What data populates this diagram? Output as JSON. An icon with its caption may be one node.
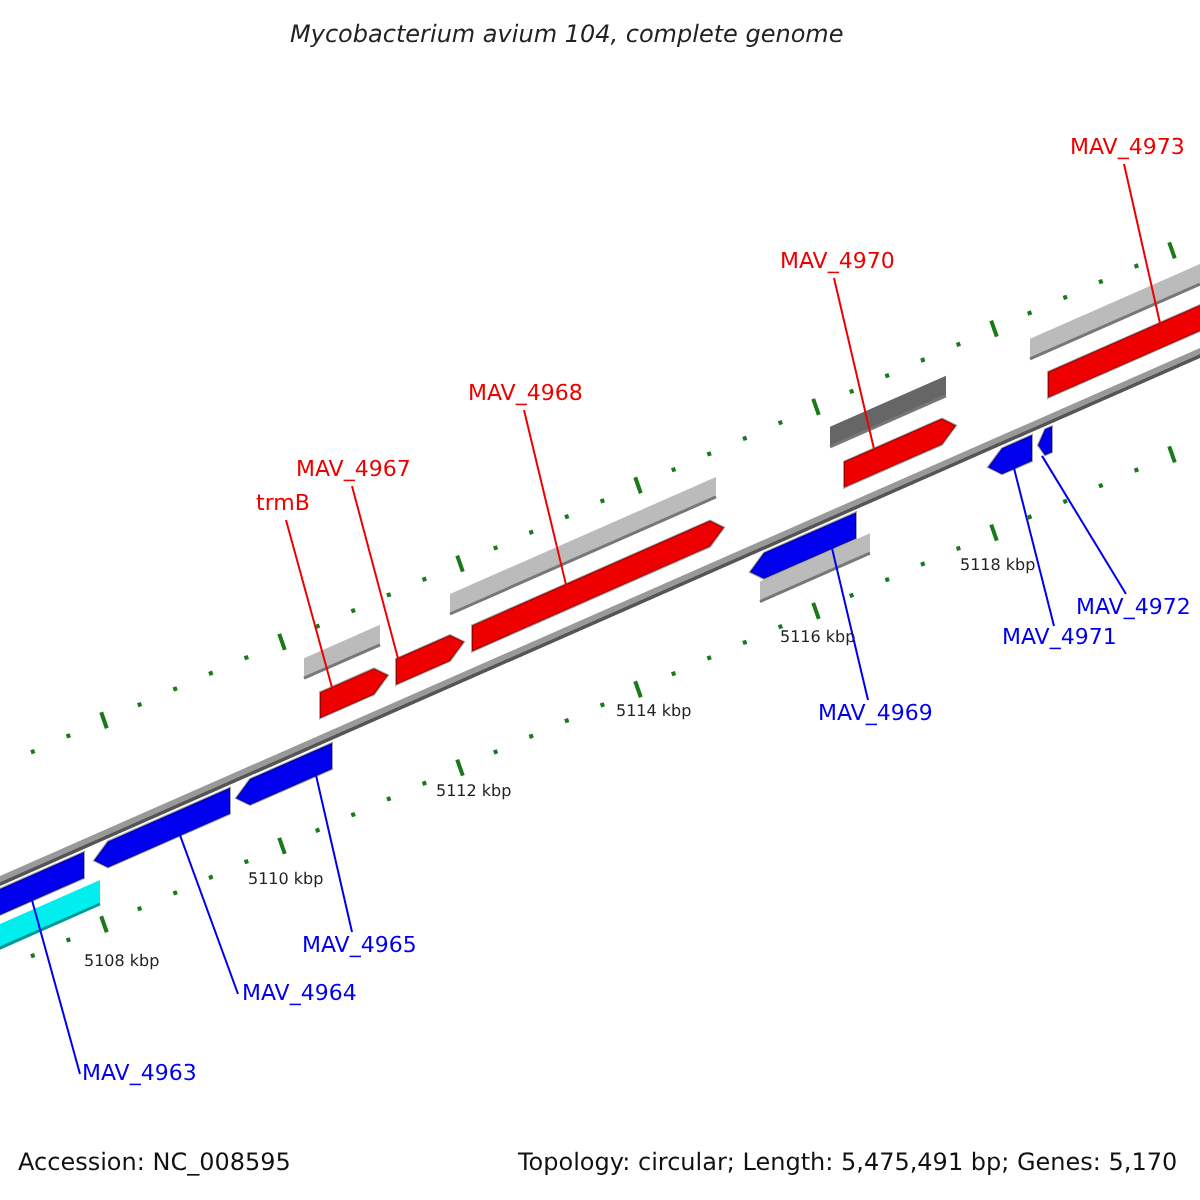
{
  "diagram": {
    "title": "Mycobacterium avium 104, complete genome",
    "nodes": [
      {
        "text": [
          "MAV_4973"
        ]
      },
      {
        "text": [
          "MAV_4970"
        ]
      },
      {
        "text": [
          "MAV_4968"
        ]
      },
      {
        "text": [
          "MAV_4967"
        ]
      },
      {
        "text": [
          "trmB"
        ]
      },
      {
        "text": [
          "MAV_4972"
        ]
      },
      {
        "text": [
          "MAV_4971"
        ]
      },
      {
        "text": [
          "MAV_4969"
        ]
      },
      {
        "text": [
          "MAV_4965"
        ]
      },
      {
        "text": [
          "MAV_4964"
        ]
      },
      {
        "text": [
          "MAV_4963"
        ]
      },
      {
        "text": [],
        "shape": "arrow"
      },
      {
        "text": [],
        "shape": "arrow"
      },
      {
        "text": [],
        "shape": "arrow"
      },
      {
        "text": [],
        "shape": "arrow"
      },
      {
        "text": [],
        "shape": "arrow"
      },
      {
        "text": [],
        "shape": "arrow"
      },
      {
        "text": [],
        "shape": "arrow"
      },
      {
        "text": [],
        "shape": "arrow"
      },
      {
        "text": [],
        "shape": "arrow"
      },
      {
        "text": [],
        "shape": "arrow"
      },
      {
        "text": [],
        "shape": "arrow"
      }
    ],
    "edges": [
      {
        "from": 0,
        "to": 21,
        "arrow": "none",
        "color": "#ee0000"
      },
      {
        "from": 1,
        "to": 18,
        "arrow": "none",
        "color": "#ee0000"
      },
      {
        "from": 2,
        "to": 16,
        "arrow": "none",
        "color": "#ee0000"
      },
      {
        "from": 3,
        "to": 15,
        "arrow": "none",
        "color": "#ee0000"
      },
      {
        "from": 4,
        "to": 14,
        "arrow": "none",
        "color": "#ee0000"
      },
      {
        "from": 5,
        "to": 20,
        "arrow": "none"
      },
      {
        "from": 6,
        "to": 19,
        "arrow": "none"
      },
      {
        "from": 7,
        "to": 17,
        "arrow": "none"
      },
      {
        "from": 8,
        "to": 13,
        "arrow": "none"
      },
      {
        "from": 9,
        "to": 12,
        "arrow": "none"
      },
      {
        "from": 10,
        "to": 11,
        "arrow": "none"
      }
    ],
    "labels": [
      "5118 kbp",
      "5116 kbp",
      "5114 kbp",
      "5112 kbp",
      "5110 kbp",
      "5108 kbp",
      "Accession: NC_008595",
      "Topology: circular; Length: 5,475,491 bp; Genes: 5,170"
    ]
  }
}
